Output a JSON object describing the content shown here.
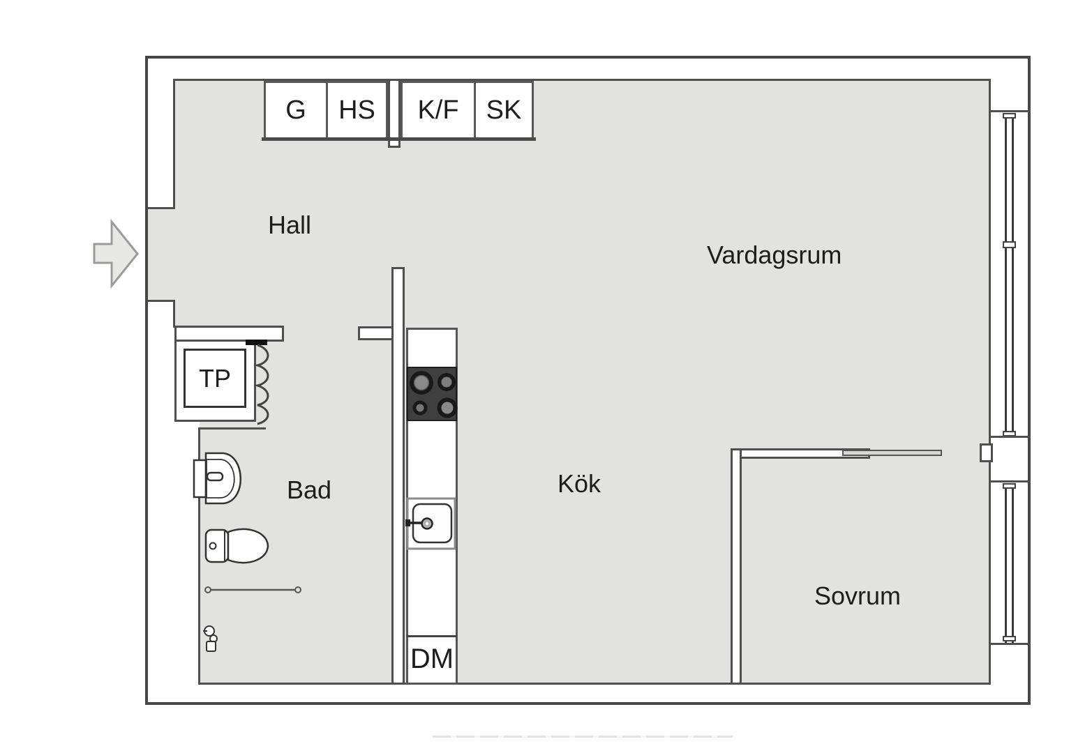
{
  "type": "apartment-floor-plan",
  "rooms": {
    "hall": {
      "label": "Hall"
    },
    "vardagsrum": {
      "label": "Vardagsrum"
    },
    "bad": {
      "label": "Bad"
    },
    "kok": {
      "label": "Kök"
    },
    "sovrum": {
      "label": "Sovrum"
    }
  },
  "closets": {
    "g": {
      "label": "G"
    },
    "hs": {
      "label": "HS"
    },
    "kf": {
      "label": "K/F"
    },
    "sk": {
      "label": "SK"
    }
  },
  "fixtures": {
    "tp": {
      "label": "TP"
    },
    "dm": {
      "label": "DM"
    }
  },
  "colors": {
    "floor": "#e2e2e0",
    "wall_line": "#4f4f4f",
    "outer_wall": "#474747",
    "text": "#1d1d1d",
    "stove": "#3f3f3f",
    "burner_ring": "#191919",
    "burner_inner": "#8a8a8a",
    "arrow_fill": "#e8e8e6",
    "arrow_stroke": "#9b9b9b",
    "door_bar": "#d6d6d4"
  }
}
